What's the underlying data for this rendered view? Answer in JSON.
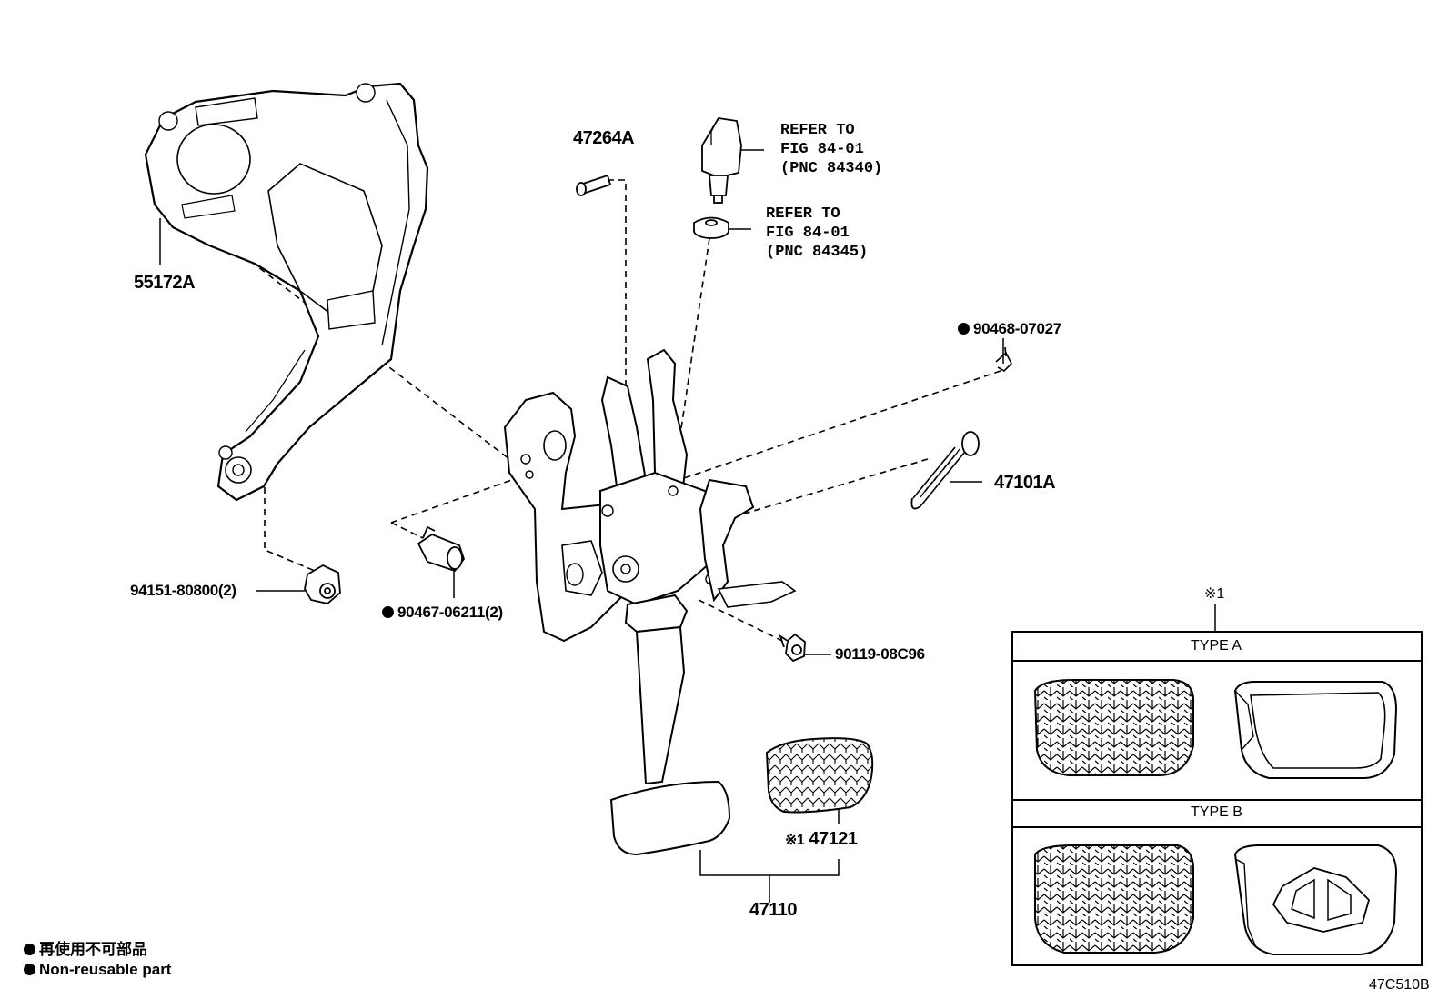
{
  "parts": {
    "bracket": "55172A",
    "pin": "47264A",
    "stop_switch_ref": "REFER TO\nFIG 84-01\n(PNC 84340)",
    "cushion_ref": "REFER TO\nFIG 84-01\n(PNC 84345)",
    "clip": "90468-07027",
    "spring": "47101A",
    "nut": "94151-80800(2)",
    "bolt_clip": "90467-06211(2)",
    "bolt": "90119-08C96",
    "pedal_pad": "47121",
    "pedal_pad_mark": "※1",
    "pedal_assy": "47110"
  },
  "inset": {
    "mark": "※1",
    "type_a": "TYPE A",
    "type_b": "TYPE B"
  },
  "legend": {
    "jp": "再使用不可部品",
    "en": "Non-reusable part"
  },
  "figure_code": "47C510B"
}
